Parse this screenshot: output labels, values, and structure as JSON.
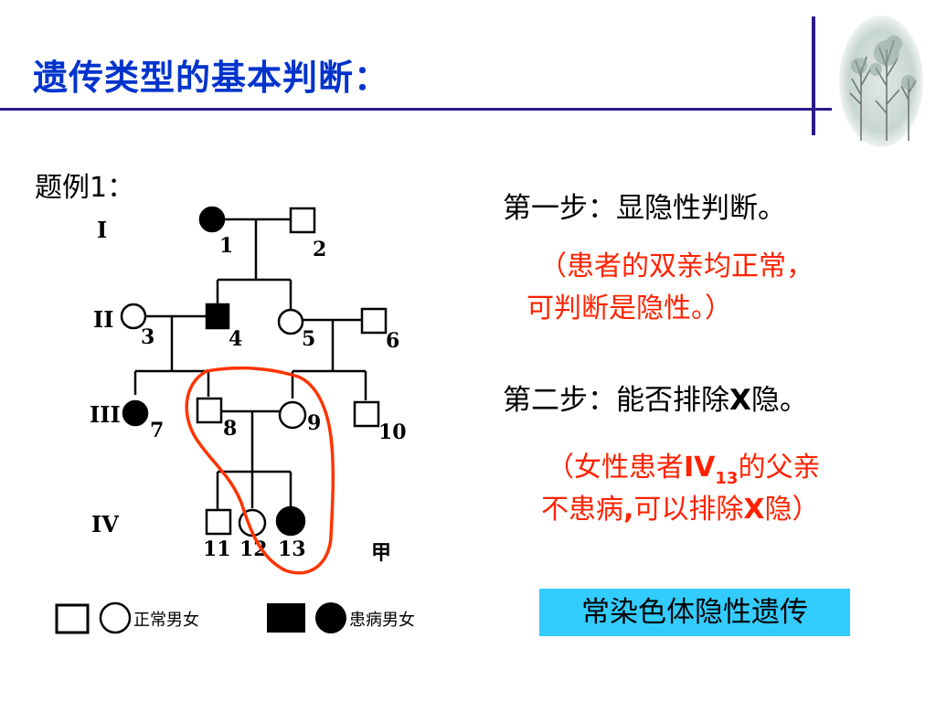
{
  "title": "遗传类型的基本判断：",
  "example_label": "题例1：",
  "generations": [
    "I",
    "II",
    "III",
    "IV"
  ],
  "individuals": [
    "1",
    "2",
    "3",
    "4",
    "5",
    "6",
    "7",
    "8",
    "9",
    "10",
    "11",
    "12",
    "13"
  ],
  "figure_label": "甲",
  "legend": {
    "normal": "正常男女",
    "affected": "患病男女"
  },
  "step1": {
    "title": "第一步：显隐性判断。",
    "note_line1": "（患者的双亲均正常，",
    "note_line2": "可判断是隐性。）"
  },
  "step2": {
    "title_pre": "第二步：能否排除",
    "title_x": "X",
    "title_post": "隐。",
    "note_pre": "（女性患者",
    "note_iv": "IV",
    "note_sub": "13",
    "note_post": "的父亲",
    "note_line2_pre": "不患病",
    "note_line2_comma": ",",
    "note_line2_mid": "可以排除",
    "note_line2_x": "X",
    "note_line2_post": "隐）"
  },
  "conclusion": "常染色体隐性遗传",
  "colors": {
    "title": "#0033cc",
    "rule": "#2a1a8a",
    "note": "#ff2200",
    "circle": "#ff3300",
    "conclusion_bg": "#33ccff"
  }
}
